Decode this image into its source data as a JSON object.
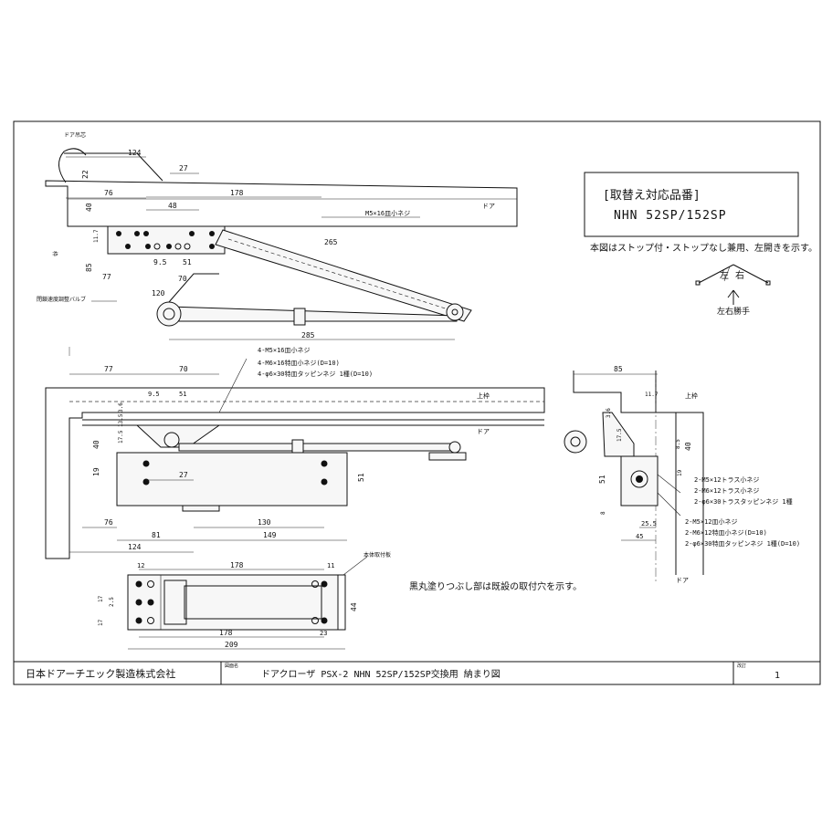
{
  "title_block": {
    "company": "日本ドアーチエック製造株式会社",
    "drawing_name_label": "図面名",
    "drawing_name": "ドアクローザ PSX-2 NHN 52SP/152SP交換用 納まり図",
    "revision_label": "改訂",
    "revision": "1"
  },
  "replacement_box": {
    "heading": "[取替え対応品番]",
    "models": "NHN 52SP/152SP"
  },
  "notes": {
    "stop_note": "本図はストップ付・ストップなし兼用、左開きを示す。",
    "black_holes_note": "黒丸塗りつぶし部は既設の取付穴を示す。",
    "hand_left": "左",
    "hand_right": "右",
    "hand_label": "左右勝手"
  },
  "labels": {
    "door_hinge": "ドア吊芯",
    "door": "ドア",
    "frame_top": "上枠",
    "closing_speed_valve": "閉鎖速度調整バルブ",
    "body_plate": "本体取付板",
    "side_marker": "枠"
  },
  "screws": {
    "top_m5": "M5×16皿小ネジ",
    "front_1": "4-M5×16皿小ネジ",
    "front_2": "4-M6×16特皿小ネジ(D=10)",
    "front_3": "4-φ6×30特皿タッピンネジ 1種(D=10)",
    "side_1": "2-M5×12トラス小ネジ",
    "side_2": "2-M6×12トラス小ネジ",
    "side_3": "2-φ6×30トラスタッピンネジ 1種",
    "side_4": "2-M5×12皿小ネジ",
    "side_5": "2-M6×12特皿小ネジ(D=10)",
    "side_6": "2-φ6×30特皿タッピンネジ 1種(D=10)"
  },
  "dims": {
    "top_view": [
      "124",
      "27",
      "22",
      "76",
      "178",
      "48",
      "40",
      "265",
      "9.5",
      "51",
      "85",
      "77",
      "70",
      "120",
      "285",
      "11.7"
    ],
    "front_view": [
      "77",
      "70",
      "9.5",
      "51",
      "3.6",
      "13.5",
      "17.5",
      "40",
      "19",
      "27",
      "51",
      "76",
      "130",
      "81",
      "149",
      "124"
    ],
    "side_view": [
      "85",
      "11.7",
      "3.6",
      "17.5",
      "8.5",
      "40",
      "19",
      "51",
      "8",
      "25.5",
      "45"
    ],
    "bottom_view": [
      "178",
      "11",
      "12",
      "17",
      "2.5",
      "17",
      "44",
      "178",
      "23",
      "209"
    ]
  },
  "colors": {
    "ink": "#111111",
    "paper": "#ffffff",
    "part_fill": "#f7f7f7"
  }
}
